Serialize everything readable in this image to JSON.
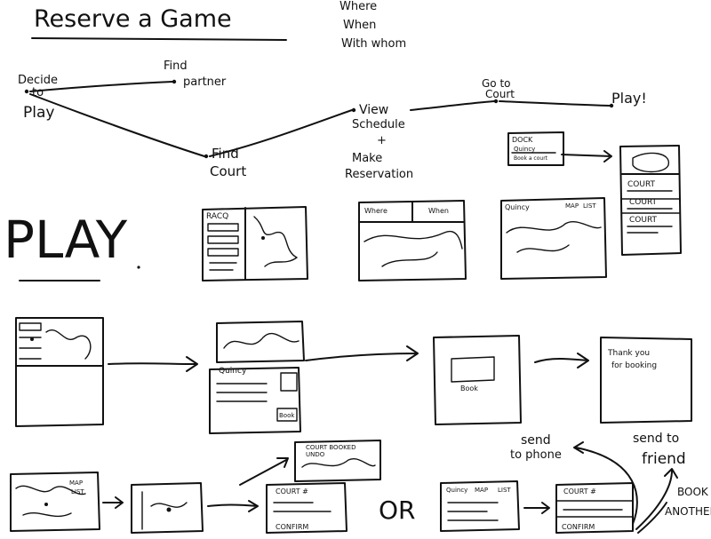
{
  "title": "Reserve a Game",
  "questions": [
    "Where",
    "When",
    "With whom"
  ],
  "flow": {
    "decide": [
      "Decide",
      "to",
      "Play"
    ],
    "find_partner": [
      "Find",
      "partner"
    ],
    "find_court": [
      "Find",
      "Court"
    ],
    "view": [
      "View",
      "Schedule",
      "+",
      "Make",
      "Reservation"
    ],
    "go_to_court": [
      "Go to",
      "Court"
    ],
    "play": "Play!"
  },
  "brand": "PLAY",
  "frames": {
    "dock_card": [
      "DOCK",
      "Quincy",
      "Book a court"
    ],
    "court_list": [
      "COURT",
      "COURT",
      "COURT"
    ],
    "where_when": [
      "Where",
      "When"
    ],
    "quincy_maplist": [
      "Quincy",
      "MAP",
      "LIST"
    ],
    "quincy_mid": "Quincy",
    "book_mid": "Book",
    "book_small": "Book",
    "thank_you": [
      "Thank you",
      "for booking"
    ],
    "court_booked": [
      "COURT BOOKED",
      "UNDO"
    ],
    "map_list_small": [
      "MAP",
      "LIST"
    ],
    "court_num": "COURT #",
    "confirm": "CONFIRM",
    "or": "OR",
    "quincy_map_list": [
      "Quincy",
      "MAP",
      "LIST"
    ]
  },
  "annotations": {
    "send_to_phone": [
      "send",
      "to phone"
    ],
    "send_to_friend": [
      "send to",
      "friend"
    ],
    "book_another": [
      "BOOK",
      "ANOTHER"
    ]
  }
}
